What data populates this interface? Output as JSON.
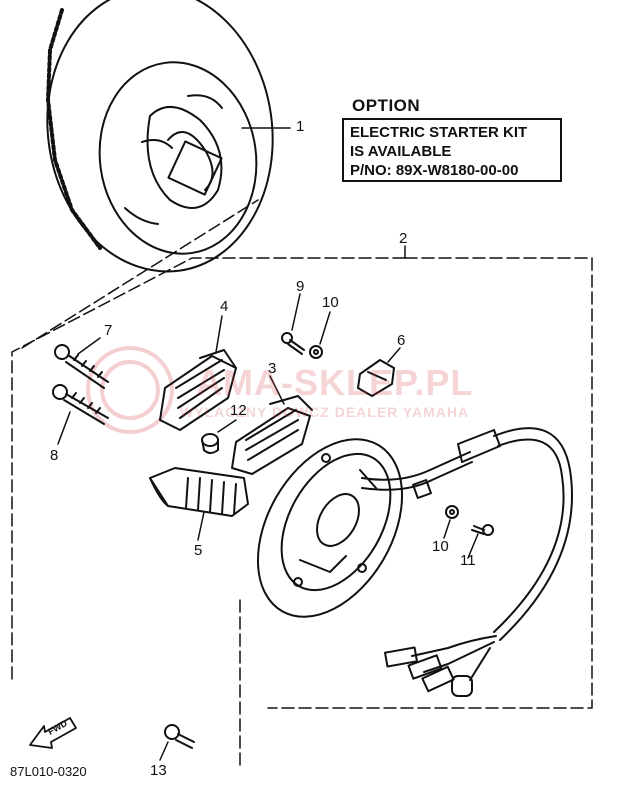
{
  "option": {
    "title": "OPTION",
    "line1": "ELECTRIC STARTER KIT",
    "line2": "IS AVAILABLE",
    "line3": "P/NO: 89X-W8180-00-00"
  },
  "callouts": {
    "c1": "1",
    "c2": "2",
    "c3": "3",
    "c4": "4",
    "c5": "5",
    "c6": "6",
    "c7": "7",
    "c8": "8",
    "c9": "9",
    "c10a": "10",
    "c10b": "10",
    "c11": "11",
    "c12": "12",
    "c13": "13"
  },
  "fwd_label": "FWD",
  "diagram_code": "87L010-0320",
  "watermark": {
    "main": "AMA-SKLEP.PL",
    "sub": "WYLACZNY DOWCZ DEALER YAMAHA"
  }
}
